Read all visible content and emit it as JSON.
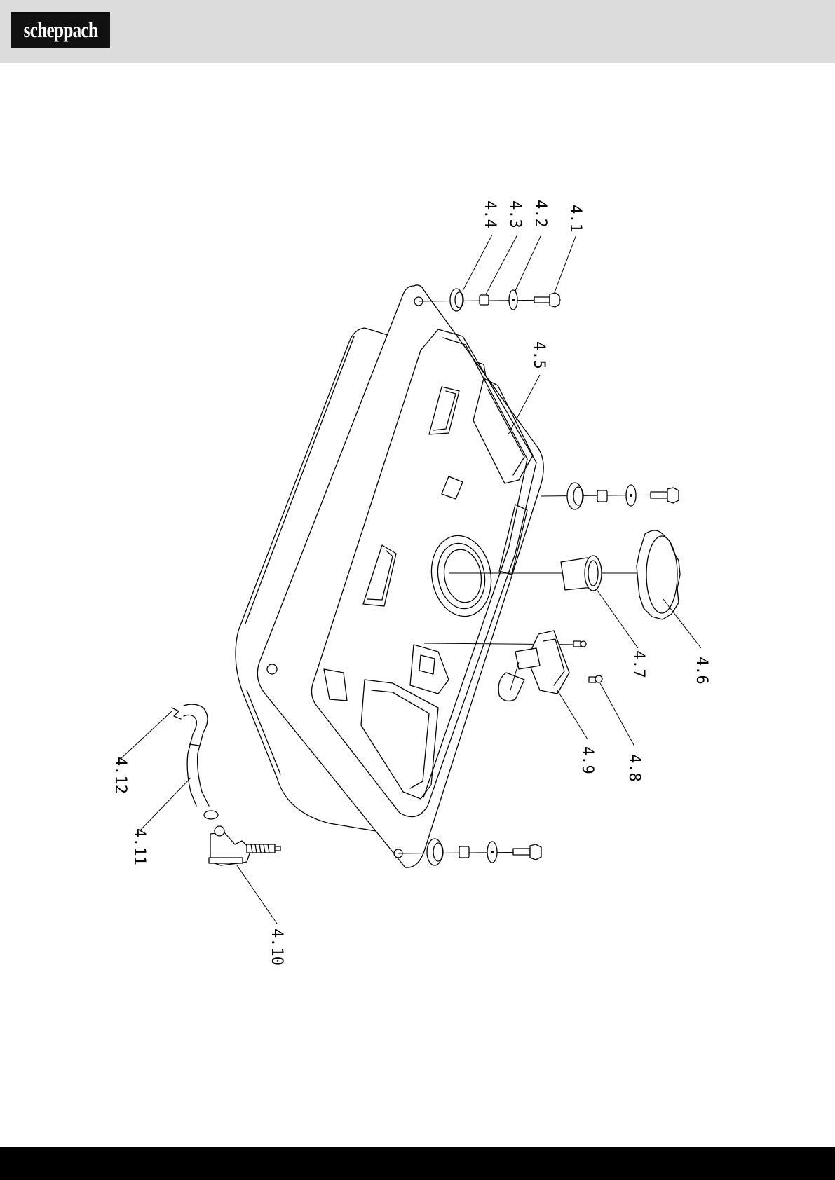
{
  "brand": {
    "logo_text": "scheppach"
  },
  "colors": {
    "header_bg": "#dcdcdc",
    "footer_bg": "#000000",
    "logo_bg": "#111111"
  },
  "callouts": {
    "p4_1": "4.1",
    "p4_2": "4.2",
    "p4_3": "4.3",
    "p4_4": "4.4",
    "p4_5": "4.5",
    "p4_6": "4.6",
    "p4_7": "4.7",
    "p4_8": "4.8",
    "p4_9": "4.9",
    "p4_10": "4.10",
    "p4_11": "4.11",
    "p4_12": "4.12"
  }
}
